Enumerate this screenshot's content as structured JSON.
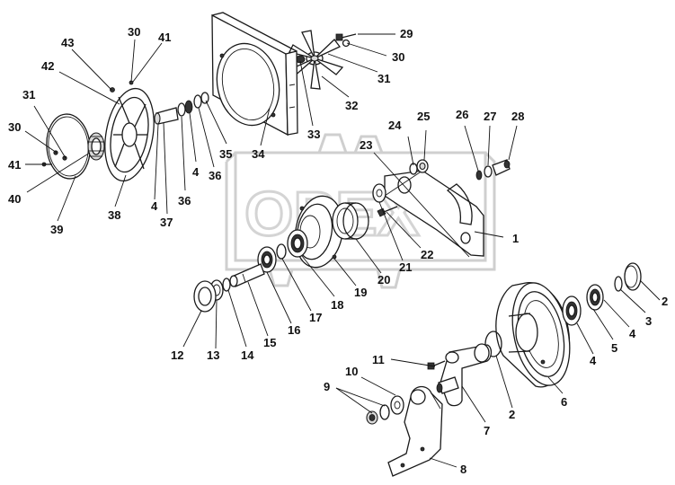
{
  "watermark": {
    "text": "OPEX"
  },
  "callouts": [
    {
      "id": "c1",
      "text": "1"
    },
    {
      "id": "c2a",
      "text": "2"
    },
    {
      "id": "c2b",
      "text": "2"
    },
    {
      "id": "c3",
      "text": "3"
    },
    {
      "id": "c4a",
      "text": "4"
    },
    {
      "id": "c4b",
      "text": "4"
    },
    {
      "id": "c4c",
      "text": "4"
    },
    {
      "id": "c4d",
      "text": "4"
    },
    {
      "id": "c5",
      "text": "5"
    },
    {
      "id": "c6",
      "text": "6"
    },
    {
      "id": "c7",
      "text": "7"
    },
    {
      "id": "c8",
      "text": "8"
    },
    {
      "id": "c9",
      "text": "9"
    },
    {
      "id": "c10",
      "text": "10"
    },
    {
      "id": "c11",
      "text": "11"
    },
    {
      "id": "c12",
      "text": "12"
    },
    {
      "id": "c13",
      "text": "13"
    },
    {
      "id": "c14",
      "text": "14"
    },
    {
      "id": "c15",
      "text": "15"
    },
    {
      "id": "c16",
      "text": "16"
    },
    {
      "id": "c17",
      "text": "17"
    },
    {
      "id": "c18",
      "text": "18"
    },
    {
      "id": "c19",
      "text": "19"
    },
    {
      "id": "c20",
      "text": "20"
    },
    {
      "id": "c21",
      "text": "21"
    },
    {
      "id": "c22",
      "text": "22"
    },
    {
      "id": "c23",
      "text": "23"
    },
    {
      "id": "c24",
      "text": "24"
    },
    {
      "id": "c25",
      "text": "25"
    },
    {
      "id": "c26",
      "text": "26"
    },
    {
      "id": "c27",
      "text": "27"
    },
    {
      "id": "c28",
      "text": "28"
    },
    {
      "id": "c29",
      "text": "29"
    },
    {
      "id": "c30a",
      "text": "30"
    },
    {
      "id": "c30b",
      "text": "30"
    },
    {
      "id": "c30c",
      "text": "30"
    },
    {
      "id": "c31a",
      "text": "31"
    },
    {
      "id": "c31b",
      "text": "31"
    },
    {
      "id": "c32",
      "text": "32"
    },
    {
      "id": "c33",
      "text": "33"
    },
    {
      "id": "c34",
      "text": "34"
    },
    {
      "id": "c35",
      "text": "35"
    },
    {
      "id": "c36a",
      "text": "36"
    },
    {
      "id": "c36b",
      "text": "36"
    },
    {
      "id": "c37",
      "text": "37"
    },
    {
      "id": "c38",
      "text": "38"
    },
    {
      "id": "c39",
      "text": "39"
    },
    {
      "id": "c40",
      "text": "40"
    },
    {
      "id": "c41a",
      "text": "41"
    },
    {
      "id": "c41b",
      "text": "41"
    },
    {
      "id": "c42",
      "text": "42"
    },
    {
      "id": "c43",
      "text": "43"
    }
  ]
}
